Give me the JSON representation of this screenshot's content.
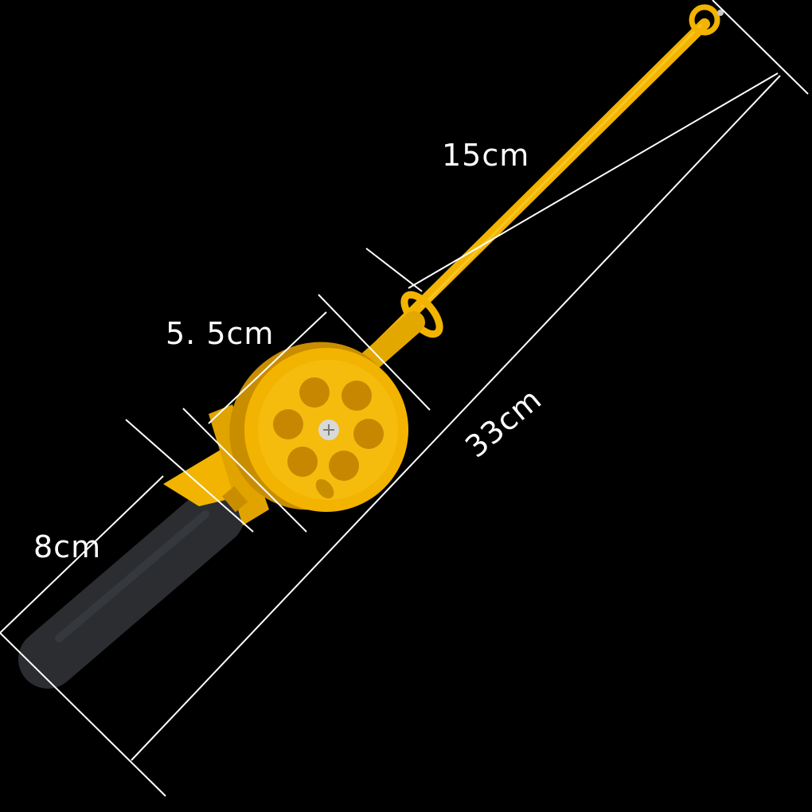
{
  "colors": {
    "background": "#000000",
    "rod_yellow": "#f2b400",
    "rod_yellow_dark": "#c98d00",
    "reel_hole": "#c88700",
    "handle": "#2b2d31",
    "guide_lines": "#ffffff",
    "label_text": "#ffffff"
  },
  "labels": {
    "tip_length": "15cm",
    "reel_diameter": "5. 5cm",
    "total_length": "33cm",
    "handle_length": "8cm"
  }
}
